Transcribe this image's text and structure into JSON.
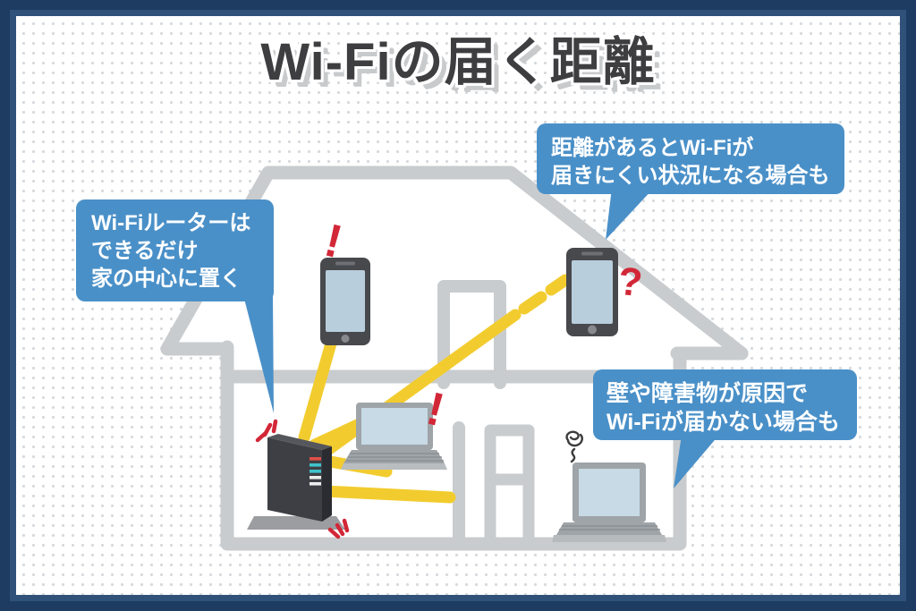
{
  "title": "Wi-Fiの届く距離",
  "callouts": {
    "router_tip": {
      "lines": [
        "Wi-Fiルーターは",
        "できるだけ",
        "家の中心に置く"
      ]
    },
    "distance": {
      "lines": [
        "距離があるとWi-Fiが",
        "届きにくい状況になる場合も"
      ]
    },
    "obstacle": {
      "lines": [
        "壁や障害物が原因で",
        "Wi-Fiが届かない場合も"
      ]
    }
  },
  "marks": {
    "near_phone_alert": "!",
    "near_laptop_alert": "!",
    "far_phone_question": "?"
  },
  "diagram": {
    "icons": [
      "wifi-router",
      "smartphone",
      "laptop",
      "wifi-signal-ray",
      "confusion-squiggle",
      "house-cross-section"
    ],
    "colors": {
      "frame_navy": "#1e3c62",
      "frame_navy_light": "#305179",
      "callout_blue": "#4a90c8",
      "signal_yellow": "#f2cc2f",
      "alert_red": "#d22737",
      "house_gray": "#c9ccce",
      "title_charcoal": "#3e3e41",
      "screen_blue": "#b9cedc"
    }
  }
}
